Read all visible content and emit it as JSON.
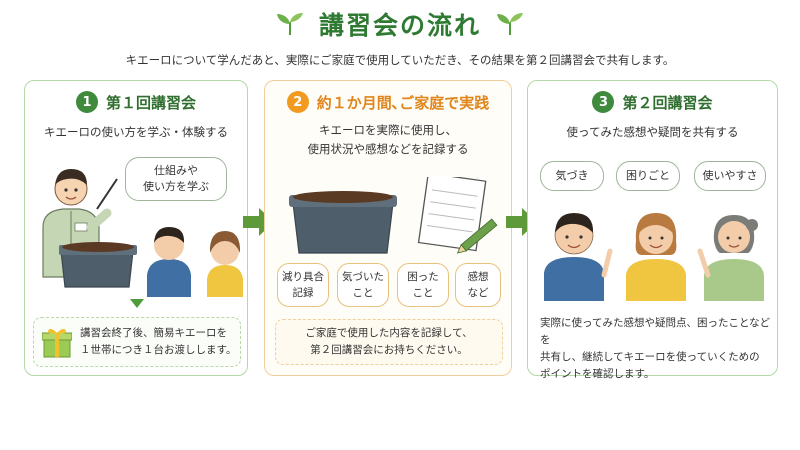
{
  "header": {
    "title": "講習会の流れ",
    "subtitle": "キエーロについて学んだあと、実際にご家庭で使用していただき、その結果を第２回講習会で共有します。"
  },
  "steps": [
    {
      "number": "1",
      "title": "第１回講習会",
      "desc": "キエーロの使い方を学ぶ・体験する",
      "speech": [
        "仕組みや",
        "使い方を学ぶ"
      ],
      "note": [
        "講習会終了後、簡易キエーロを",
        "１世帯につき１台お渡しします。"
      ]
    },
    {
      "number": "2",
      "title": "約１か月間､ご家庭で実践",
      "desc": [
        "キエーロを実際に使用し、",
        "使用状況や感想などを記録する"
      ],
      "tags": [
        [
          "減り具合",
          "記録"
        ],
        [
          "気づいた",
          "こと"
        ],
        [
          "困った",
          "こと"
        ],
        [
          "感想",
          "など"
        ]
      ],
      "note": [
        "ご家庭で使用した内容を記録して、",
        "第２回講習会にお持ちください。"
      ]
    },
    {
      "number": "3",
      "title": "第２回講習会",
      "desc": "使ってみた感想や疑問を共有する",
      "bubbles": [
        "気づき",
        "困りごと",
        "使いやすさ"
      ],
      "note": [
        "実際に使ってみた感想や疑問点、困ったことなどを",
        "共有し、継続してキエーロを使っていくための",
        "ポイントを確認します。"
      ]
    }
  ],
  "colors": {
    "green": "#3f8a3c",
    "orange": "#f29a1f",
    "arrow": "#5e9a3a"
  }
}
